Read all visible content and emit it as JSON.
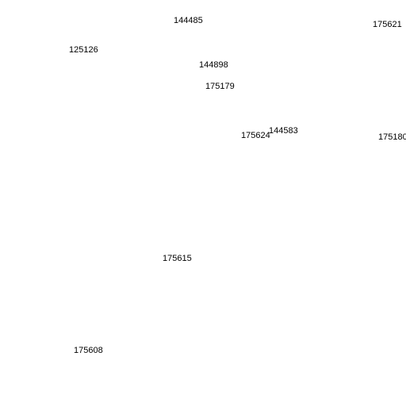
{
  "map": {
    "labels": [
      {
        "text": "144485"
      },
      {
        "text": "175621"
      },
      {
        "text": "125126"
      },
      {
        "text": "144898"
      },
      {
        "text": "175179"
      },
      {
        "text": "144583"
      },
      {
        "text": "175624"
      },
      {
        "text": "175180"
      },
      {
        "text": "175615"
      },
      {
        "text": "175608"
      }
    ]
  }
}
